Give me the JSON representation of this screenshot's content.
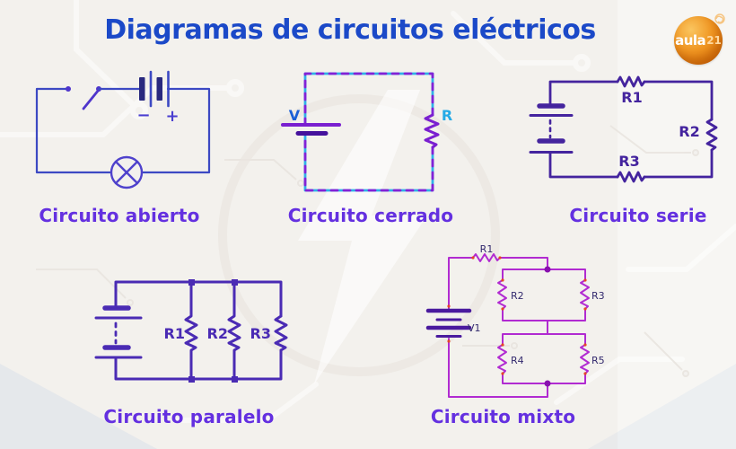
{
  "title": "Diagramas de circuitos eléctricos",
  "logo": {
    "brand": "aula",
    "suffix": "21"
  },
  "colors": {
    "title_blue": "#1b49c8",
    "caption_purple": "#6430e0",
    "wire_blue": "#3c49c3",
    "wire_cyan": "#2eb2e8",
    "wire_purple": "#7a1fd0",
    "wire_indigo": "#44249e",
    "wire_magenta": "#b12bd1",
    "pin_red": "#e8481e",
    "logo_orange": "#e87d12"
  },
  "circuits": {
    "abierto": {
      "caption": "Circuito abierto",
      "minus": "−",
      "plus": "+"
    },
    "cerrado": {
      "caption": "Circuito cerrado",
      "voltage": "V",
      "resistor": "R"
    },
    "serie": {
      "caption": "Circuito serie",
      "r1": "R1",
      "r2": "R2",
      "r3": "R3"
    },
    "paralelo": {
      "caption": "Circuito paralelo",
      "r1": "R1",
      "r2": "R2",
      "r3": "R3"
    },
    "mixto": {
      "caption": "Circuito mixto",
      "source": "V1",
      "r1": "R1",
      "r2": "R2",
      "r3": "R3",
      "r4": "R4",
      "r5": "R5"
    }
  }
}
